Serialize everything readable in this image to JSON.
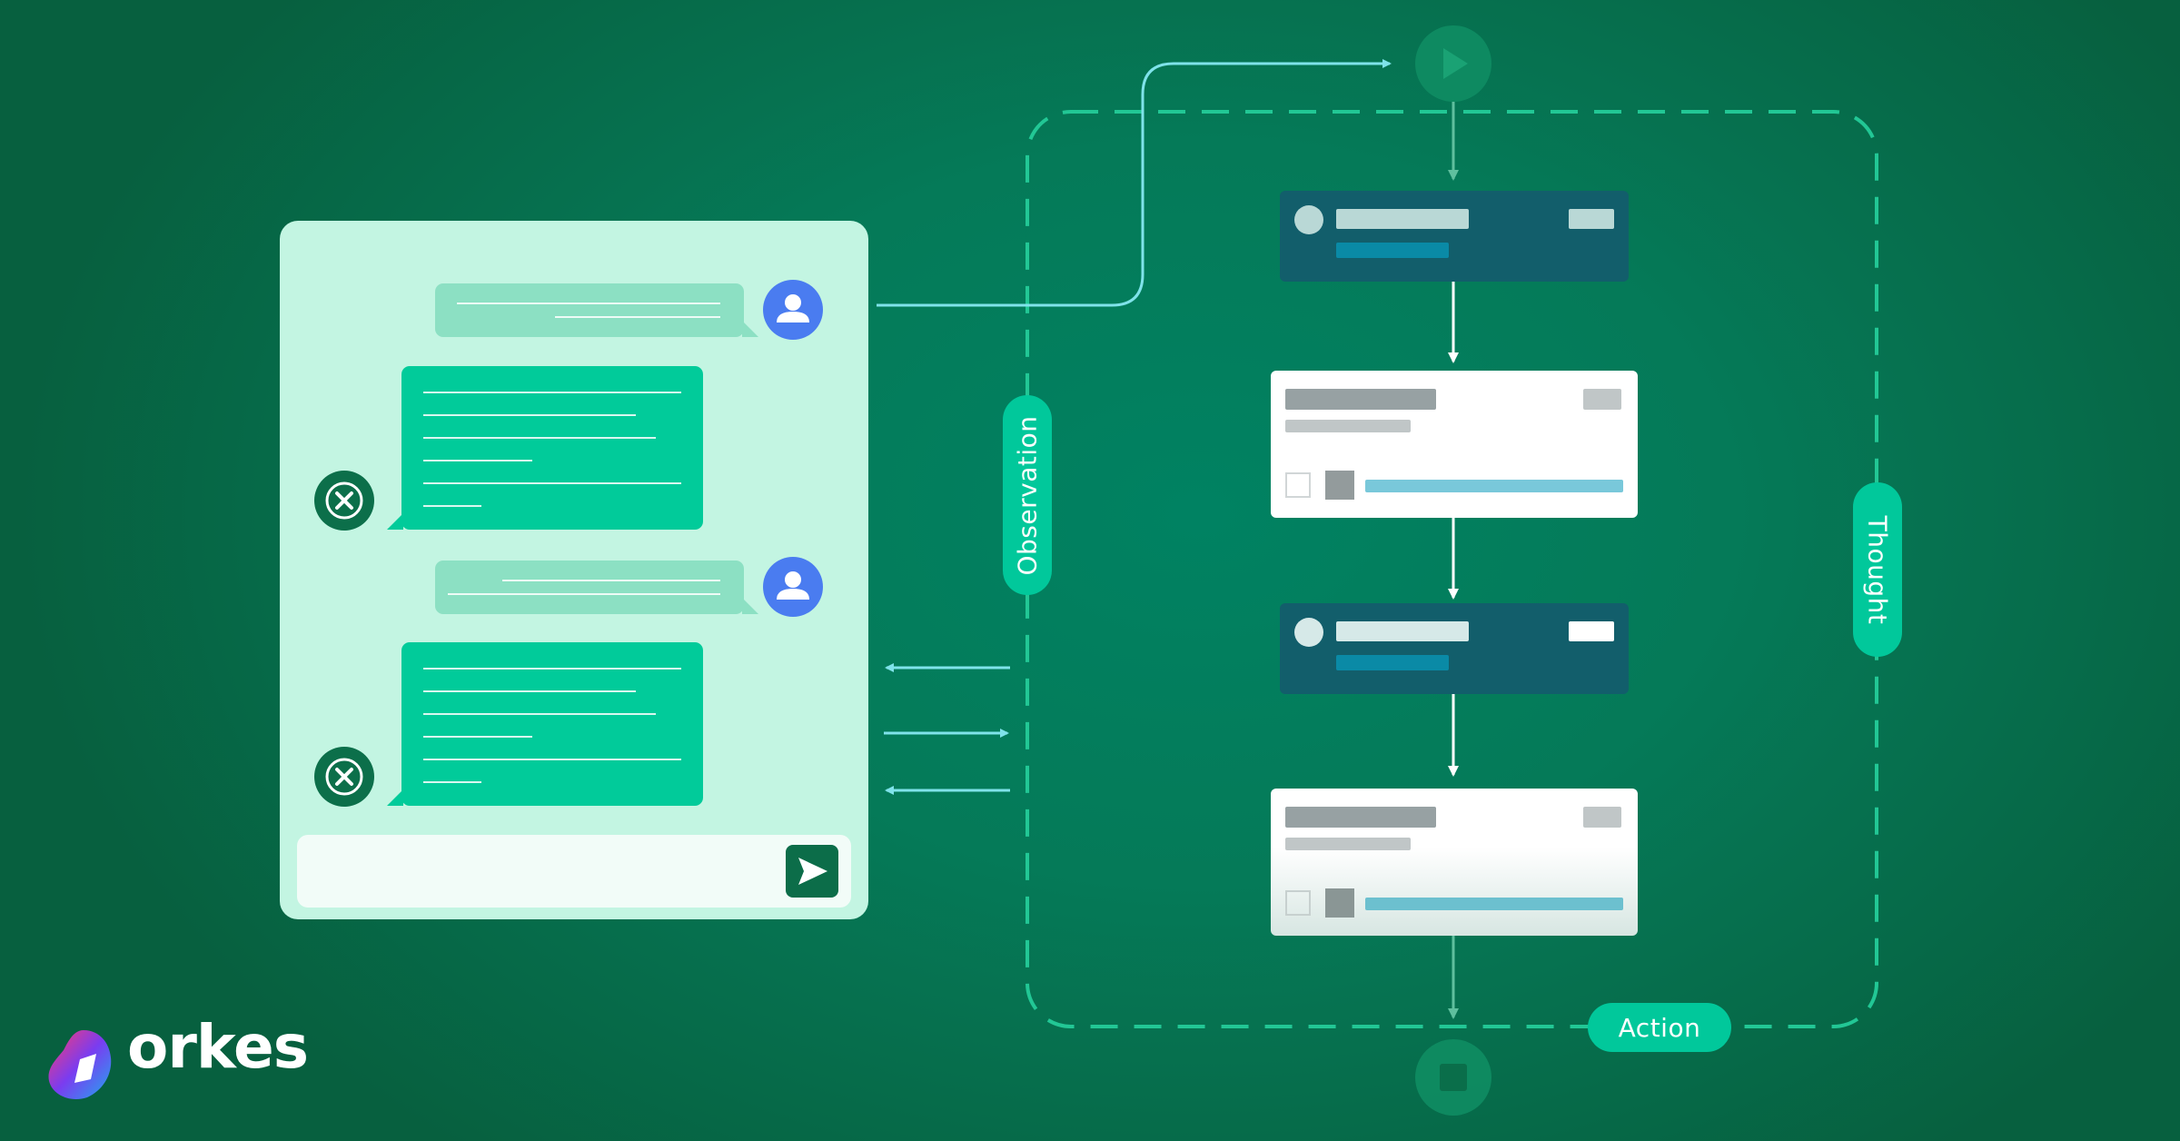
{
  "labels": {
    "observation": "Observation",
    "thought": "Thought",
    "action": "Action"
  },
  "brand": {
    "name": "orkes"
  },
  "icons": {
    "user_avatar": "user-icon",
    "agent_avatar": "close-x-icon",
    "send": "send-arrow-icon",
    "start": "play-icon",
    "stop": "stop-icon"
  },
  "colors": {
    "background": "#057a58",
    "chat_panel": "#c3f5e2",
    "user_bubble": "#8ce0c3",
    "agent_bubble": "#01cb9a",
    "user_avatar": "#4a7cf0",
    "agent_avatar": "#0c6f4a",
    "connector_line": "#7fe3ea",
    "label_pill": "#01c89b",
    "dark_card": "#125e6b",
    "light_card": "#ffffff"
  }
}
